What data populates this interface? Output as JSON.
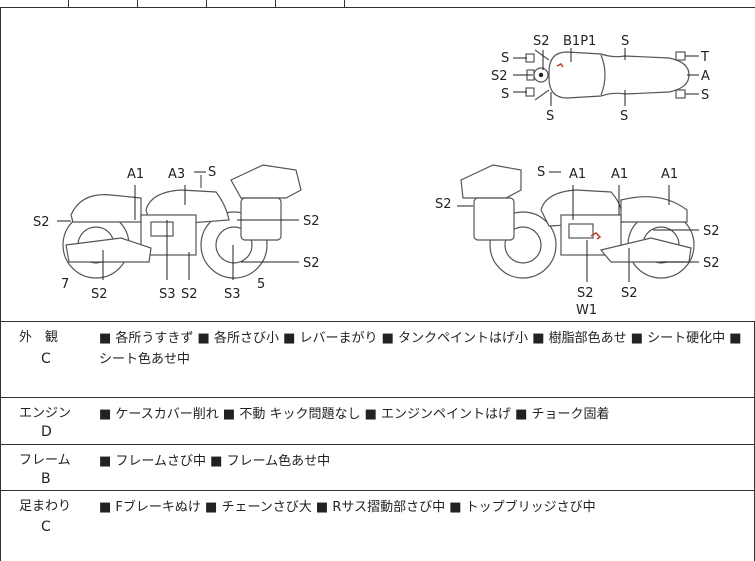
{
  "diagram": {
    "top_view": {
      "labels": [
        "S2",
        "B1P1",
        "S",
        "S",
        "S2",
        "S",
        "S",
        "S",
        "T",
        "A",
        "S"
      ]
    },
    "left_view": {
      "labels": [
        "A1",
        "A3",
        "S",
        "S2",
        "S2",
        "S2",
        "7",
        "S2",
        "S3",
        "S2",
        "S3",
        "5"
      ]
    },
    "right_view": {
      "labels": [
        "S",
        "A1",
        "A1",
        "A1",
        "S2",
        "S2",
        "S2",
        "S2",
        "W1",
        "S2"
      ]
    }
  },
  "rows": [
    {
      "category": "外　観",
      "grade": "C",
      "notes": "■ 各所うすきず ■ 各所さび小 ■ レバーまがり ■ タンクペイントはげ小 ■ 樹脂部色あせ ■ シート硬化中 ■ シート色あせ中"
    },
    {
      "category": "エンジン",
      "grade": "D",
      "notes": "■ ケースカバー削れ ■ 不動 キック問題なし ■ エンジンペイントはげ ■ チョーク固着"
    },
    {
      "category": "フレーム",
      "grade": "B",
      "notes": "■ フレームさび中 ■ フレーム色あせ中"
    },
    {
      "category": "足まわり",
      "grade": "C",
      "notes": "■ Fブレーキぬけ ■ チェーンさび大 ■ Rサス摺動部さび中 ■ トップブリッジさび中"
    }
  ]
}
